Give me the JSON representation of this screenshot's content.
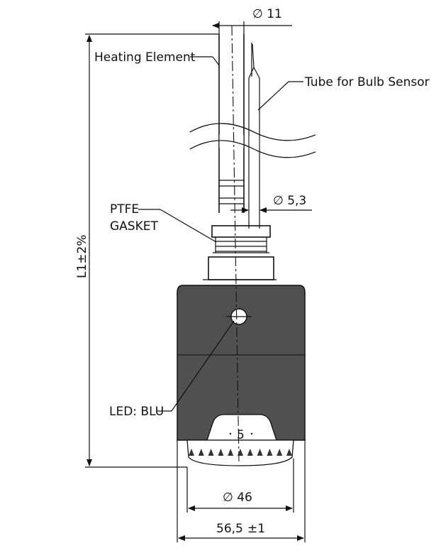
{
  "labels": {
    "dim_top": "∅ 11",
    "heating_element": "Heating Element",
    "tube_bulb_sensor": "Tube for Bulb Sensor",
    "dim_sensor": "∅ 5,3",
    "ptfe": "PTFE",
    "gasket": "GASKET",
    "length": "L1±2%",
    "led": "LED: BLU",
    "base_marking": "5",
    "dim_46": "∅ 46",
    "dim_565": "56,5",
    "dim_565_tol": "±1"
  },
  "colors": {
    "body_fill": "#505050",
    "line": "#111111",
    "background": "#ffffff"
  }
}
